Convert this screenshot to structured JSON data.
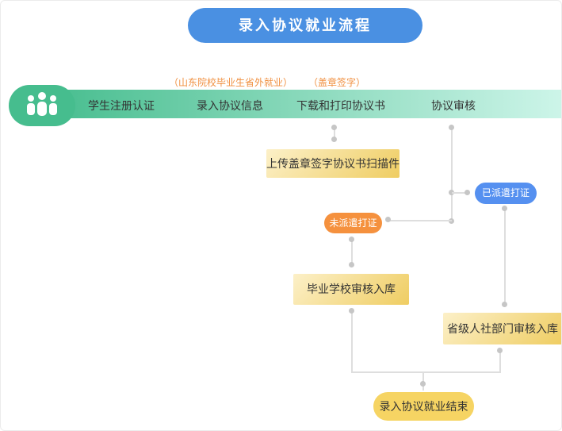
{
  "title": "录入协议就业流程",
  "bar": {
    "icon": "group-people-icon",
    "steps": [
      {
        "label": "学生注册认证",
        "annotation": ""
      },
      {
        "label": "录入协议信息",
        "annotation": "（山东院校毕业生省外就业）"
      },
      {
        "label": "下载和打印协议书",
        "annotation": "（盖章签字）"
      },
      {
        "label": "协议审核",
        "annotation": ""
      }
    ]
  },
  "nodes": {
    "upload_scan": {
      "label": "上传盖章签字协议书扫描件",
      "type": "step"
    },
    "not_dispatched": {
      "label": "未派遣打证",
      "type": "branch"
    },
    "dispatched": {
      "label": "已派遣打证",
      "type": "branch"
    },
    "school_review": {
      "label": "毕业学校审核入库",
      "type": "step"
    },
    "provincial_review": {
      "label": "省级人社部门审核入库",
      "type": "step"
    },
    "end": {
      "label": "录入协议就业结束",
      "type": "terminal"
    }
  },
  "colors": {
    "title_blue": "#4a90e2",
    "bar_green": "#46bd8e",
    "bar_green_light": "#cdf5e9",
    "annotation_orange": "#f08f3f",
    "branch_orange_pill": "#f5913e",
    "branch_blue_pill": "#5590f0",
    "node_yellow_dark": "#efcd62",
    "node_yellow_light": "#fcf0c8",
    "end_yellow": "#f6d463",
    "connector_gray": "#dedede",
    "dot_gray": "#c6c6c6"
  }
}
